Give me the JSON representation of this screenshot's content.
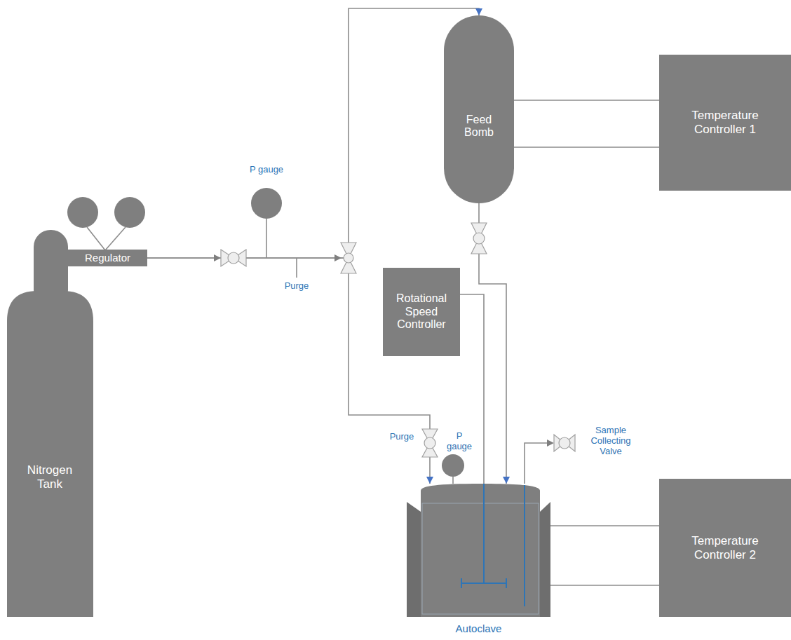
{
  "diagram": {
    "nodes": [
      {
        "text": [
          "Nitrogen Tank"
        ]
      },
      {
        "text": [
          "Regulator"
        ]
      },
      {
        "text": [
          "P gauge"
        ]
      },
      {
        "text": [
          "Feed Bomb"
        ]
      },
      {
        "text": [
          "Temperature Controller 1"
        ]
      },
      {
        "text": [
          "Rotational Speed Controller"
        ]
      },
      {
        "text": [
          "P gauge"
        ]
      },
      {
        "text": [
          "Autoclave"
        ]
      },
      {
        "text": [
          "Temperature Controller 2"
        ]
      }
    ],
    "edges": [
      {
        "from": 1,
        "to": 3,
        "arrow": "to"
      },
      {
        "from": 1,
        "to": 7,
        "arrow": "to"
      },
      {
        "from": 3,
        "to": 7,
        "arrow": "to"
      },
      {
        "from": 4,
        "to": 3,
        "arrow": "none"
      },
      {
        "from": 4,
        "to": 3,
        "arrow": "none"
      },
      {
        "from": 5,
        "to": 7,
        "arrow": "none"
      },
      {
        "from": 6,
        "to": 7,
        "arrow": "none"
      },
      {
        "from": 8,
        "to": 7,
        "arrow": "none"
      },
      {
        "from": 8,
        "to": 7,
        "arrow": "none"
      }
    ],
    "labels": [
      "Purge",
      "Purge",
      "Sample Collecting Valve"
    ]
  }
}
